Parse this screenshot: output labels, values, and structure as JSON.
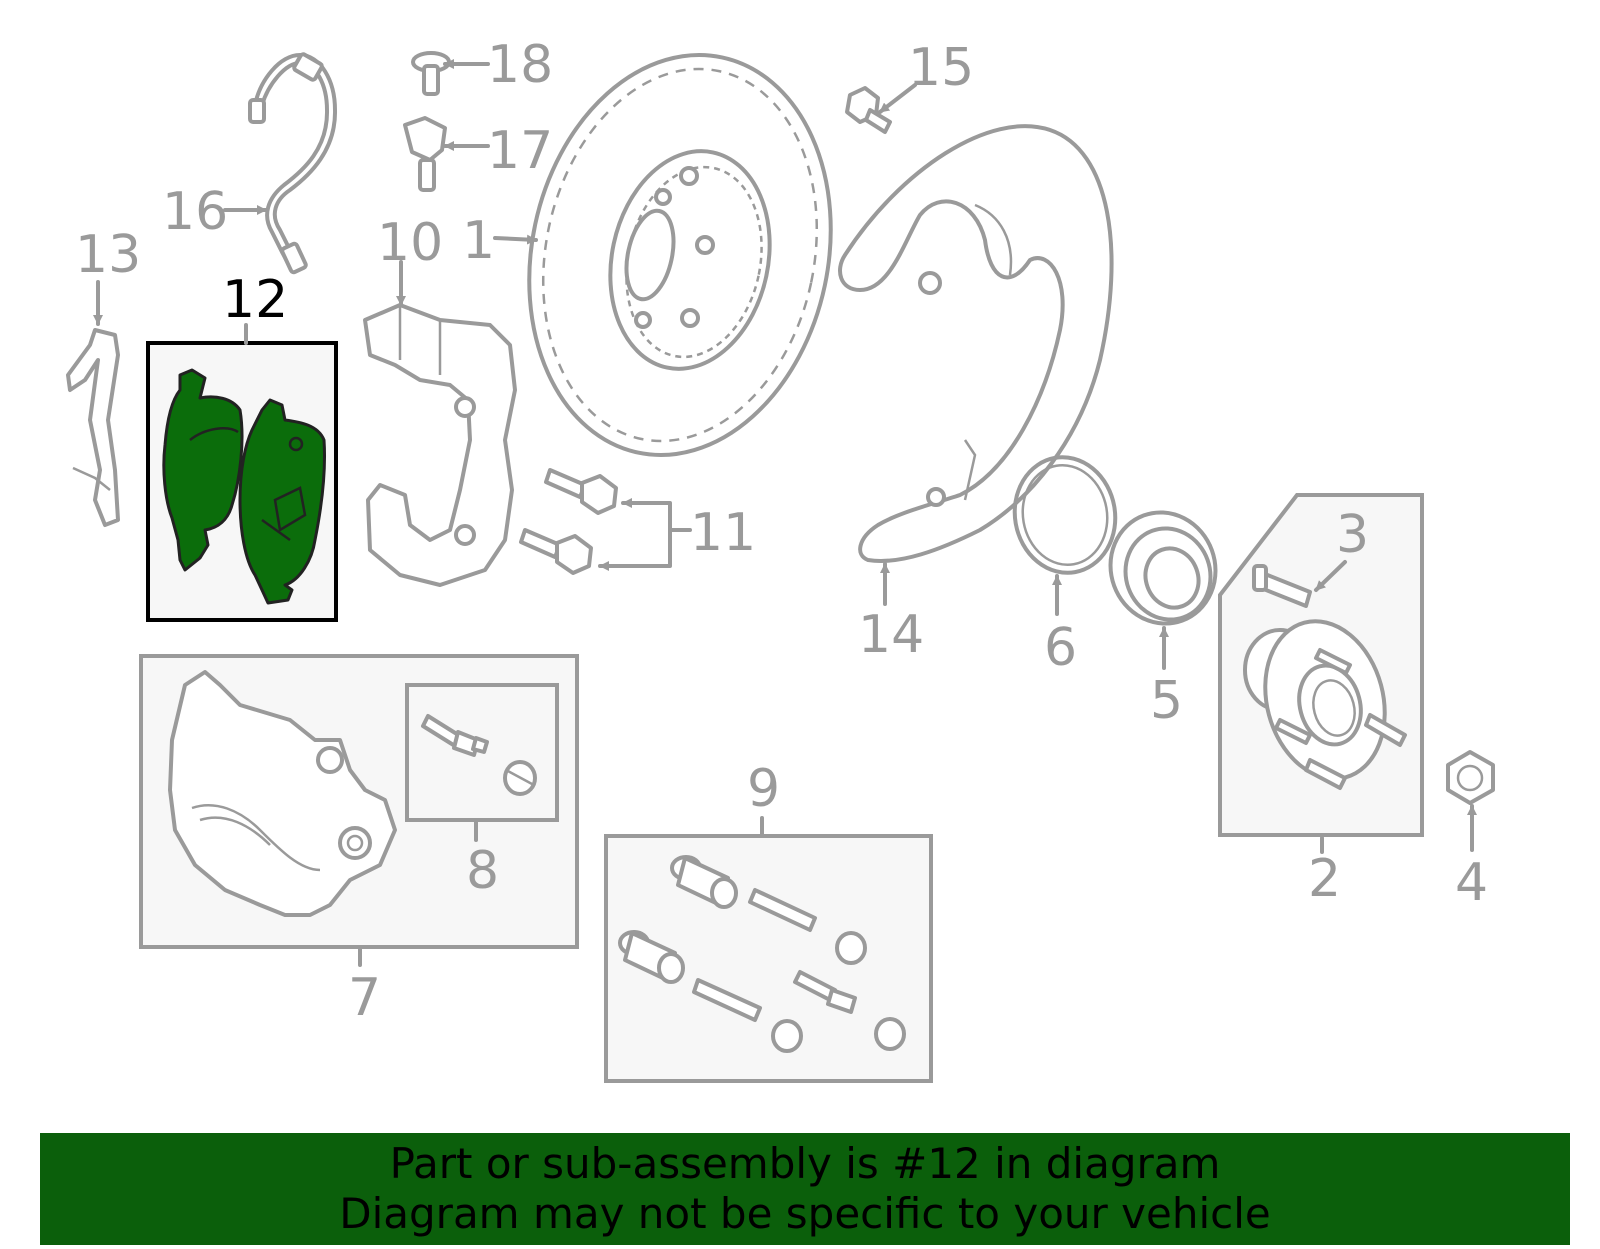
{
  "diagram": {
    "highlight_color": "#0b6d0b",
    "callouts": [
      {
        "id": "1",
        "text": "1"
      },
      {
        "id": "2",
        "text": "2"
      },
      {
        "id": "3",
        "text": "3"
      },
      {
        "id": "4",
        "text": "4"
      },
      {
        "id": "5",
        "text": "5"
      },
      {
        "id": "6",
        "text": "6"
      },
      {
        "id": "7",
        "text": "7"
      },
      {
        "id": "8",
        "text": "8"
      },
      {
        "id": "9",
        "text": "9"
      },
      {
        "id": "10",
        "text": "10"
      },
      {
        "id": "11",
        "text": "11"
      },
      {
        "id": "12",
        "text": "12"
      },
      {
        "id": "13",
        "text": "13"
      },
      {
        "id": "14",
        "text": "14"
      },
      {
        "id": "15",
        "text": "15"
      },
      {
        "id": "16",
        "text": "16"
      },
      {
        "id": "17",
        "text": "17"
      },
      {
        "id": "18",
        "text": "18"
      }
    ]
  },
  "banner": {
    "line1": "Part or sub-assembly is #12 in diagram",
    "line2": "Diagram may not be specific to your vehicle",
    "background": "#0b5f0b"
  }
}
